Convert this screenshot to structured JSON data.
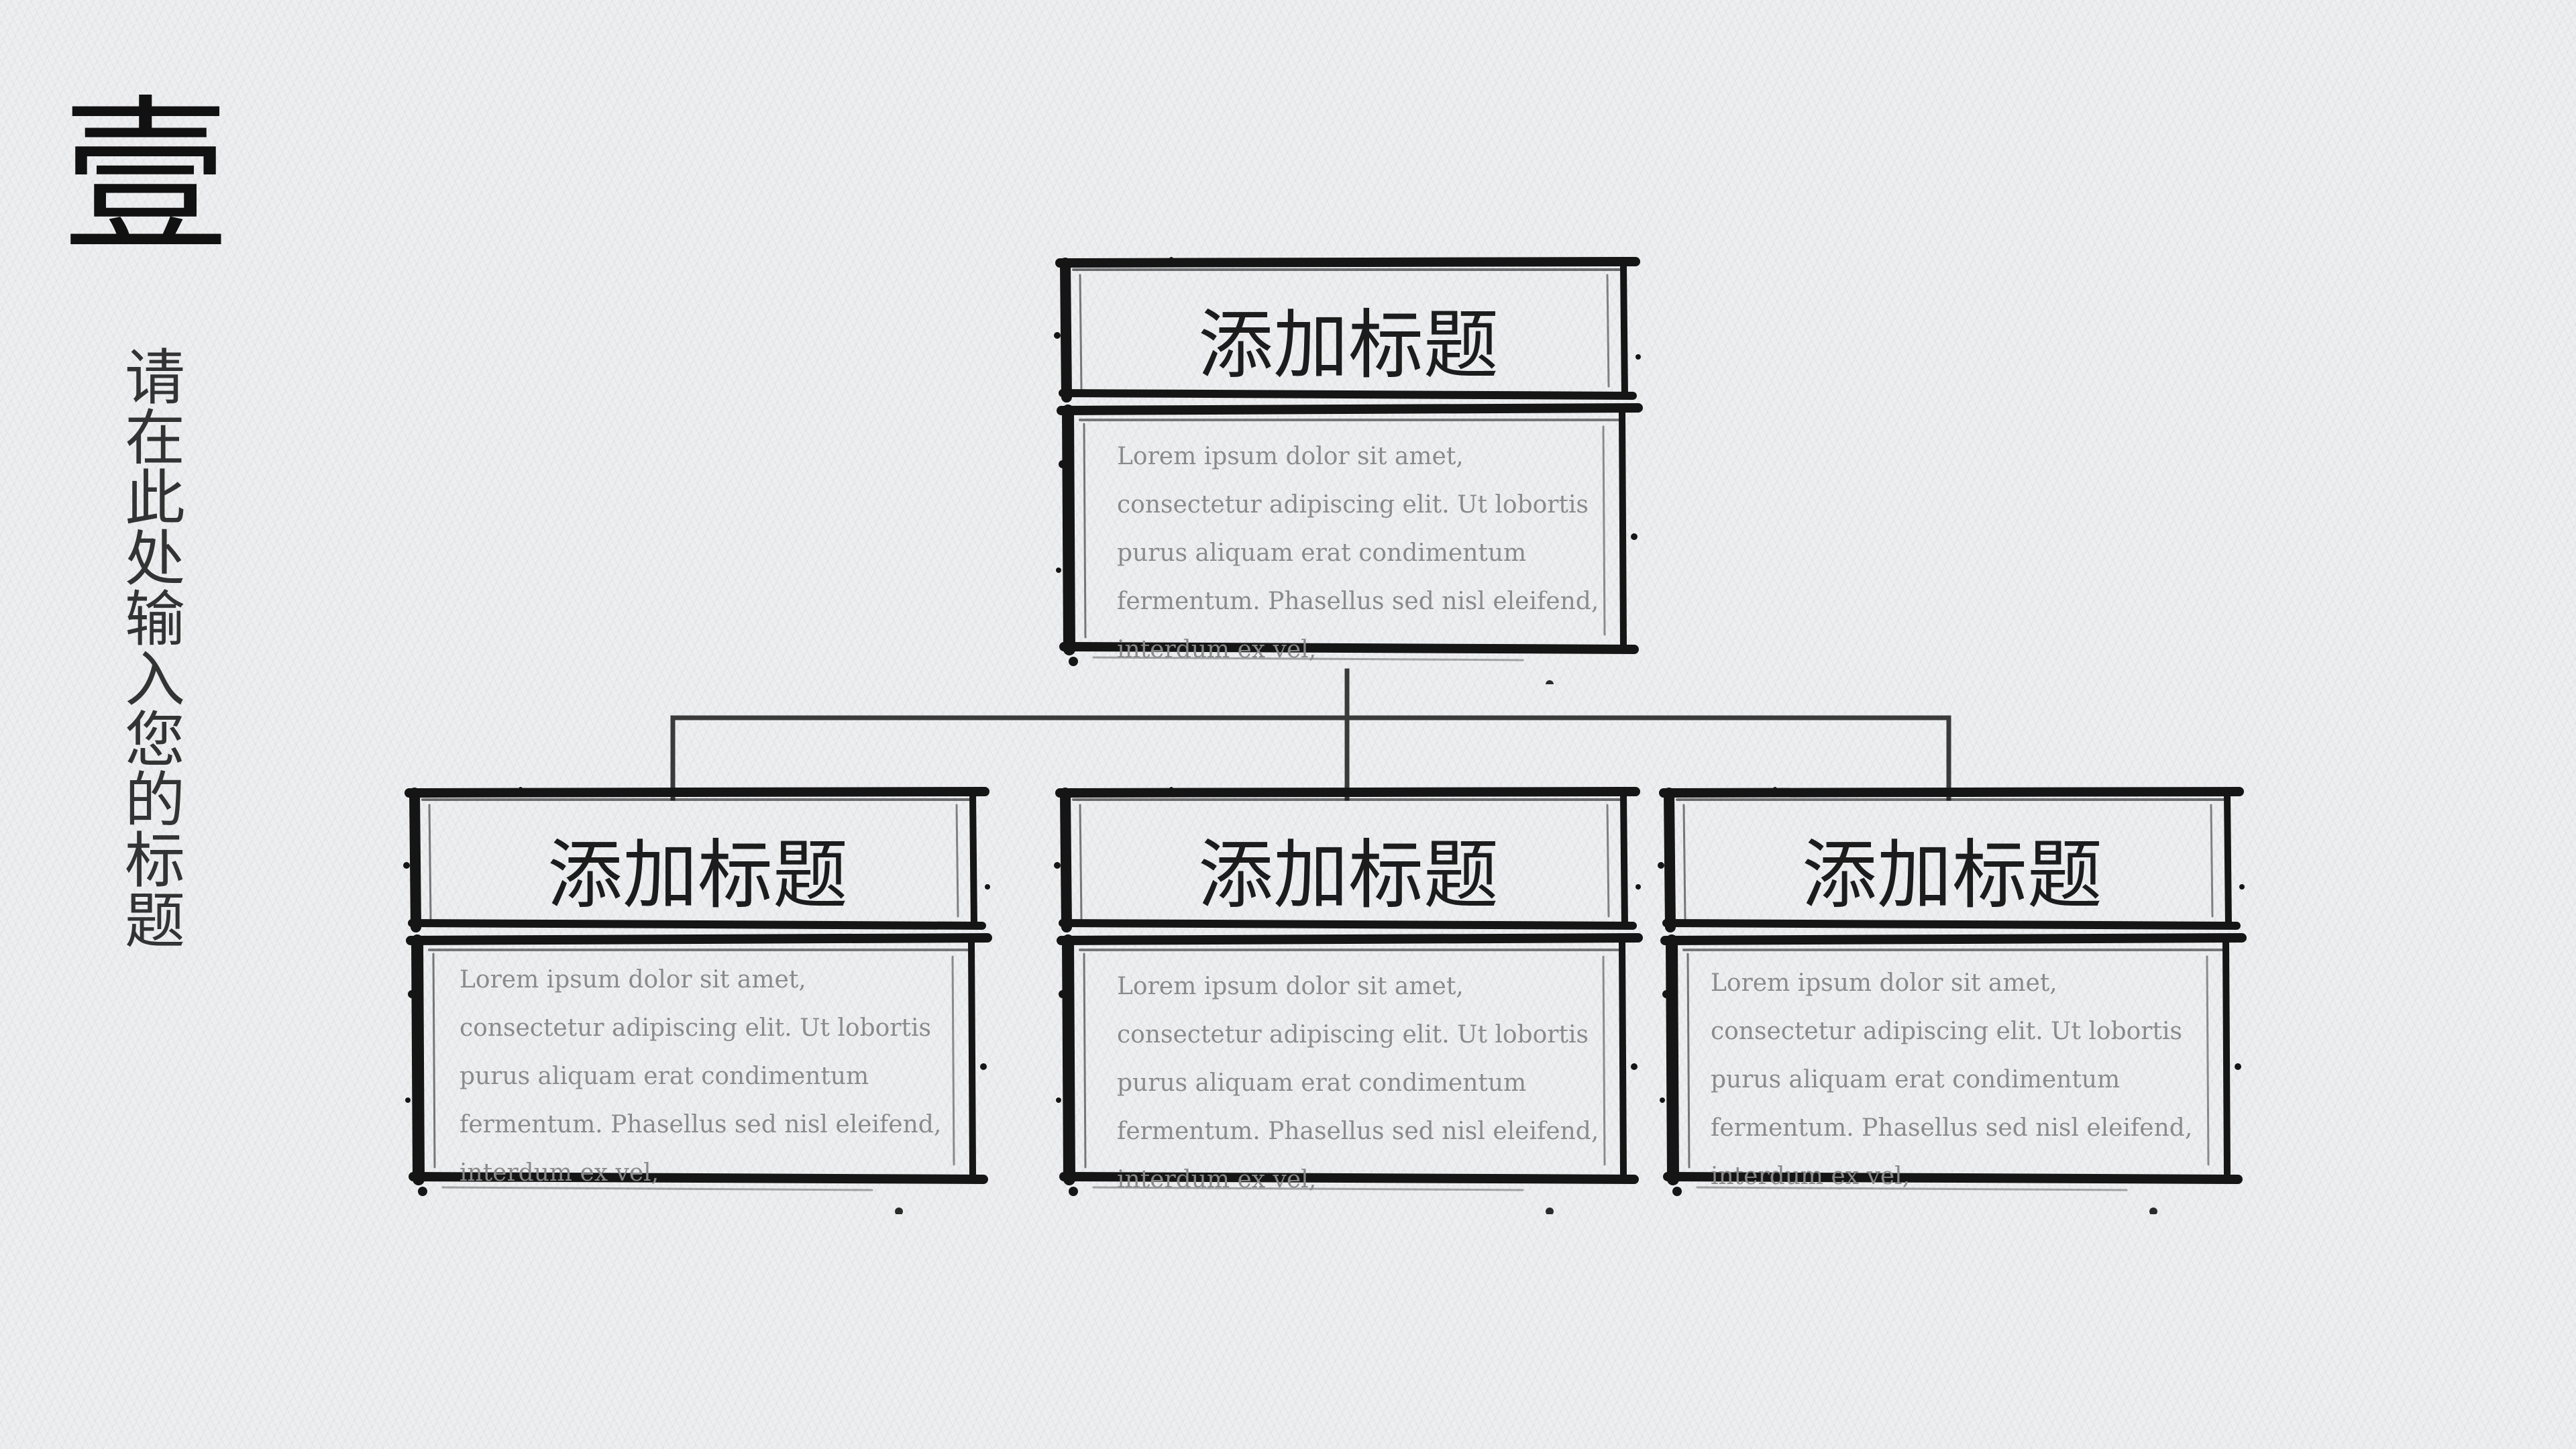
{
  "heading": {
    "numeral": "壹",
    "vertical_title": "请在此处输入您的标题"
  },
  "org_chart": {
    "root": {
      "title": "添加标题",
      "body": "Lorem ipsum dolor sit amet, consectetur adipiscing elit. Ut lobortis purus aliquam erat condimentum fermentum. Phasellus sed nisl eleifend, interdum ex vel,"
    },
    "children": [
      {
        "title": "添加标题",
        "body": "Lorem ipsum dolor sit amet, consectetur adipiscing elit. Ut lobortis purus aliquam erat condimentum fermentum. Phasellus sed nisl eleifend, interdum ex vel,"
      },
      {
        "title": "添加标题",
        "body": "Lorem ipsum dolor sit amet, consectetur adipiscing elit. Ut lobortis purus aliquam erat condimentum fermentum. Phasellus sed nisl eleifend, interdum ex vel,"
      },
      {
        "title": "添加标题",
        "body": "Lorem ipsum dolor sit amet, consectetur adipiscing elit. Ut lobortis purus aliquam erat condimentum fermentum. Phasellus sed nisl eleifend, interdum ex vel,"
      }
    ]
  },
  "colors": {
    "background": "#ecedef",
    "ink": "#111111",
    "connector": "#3a3a3a",
    "body_text": "#8a8a8a"
  }
}
